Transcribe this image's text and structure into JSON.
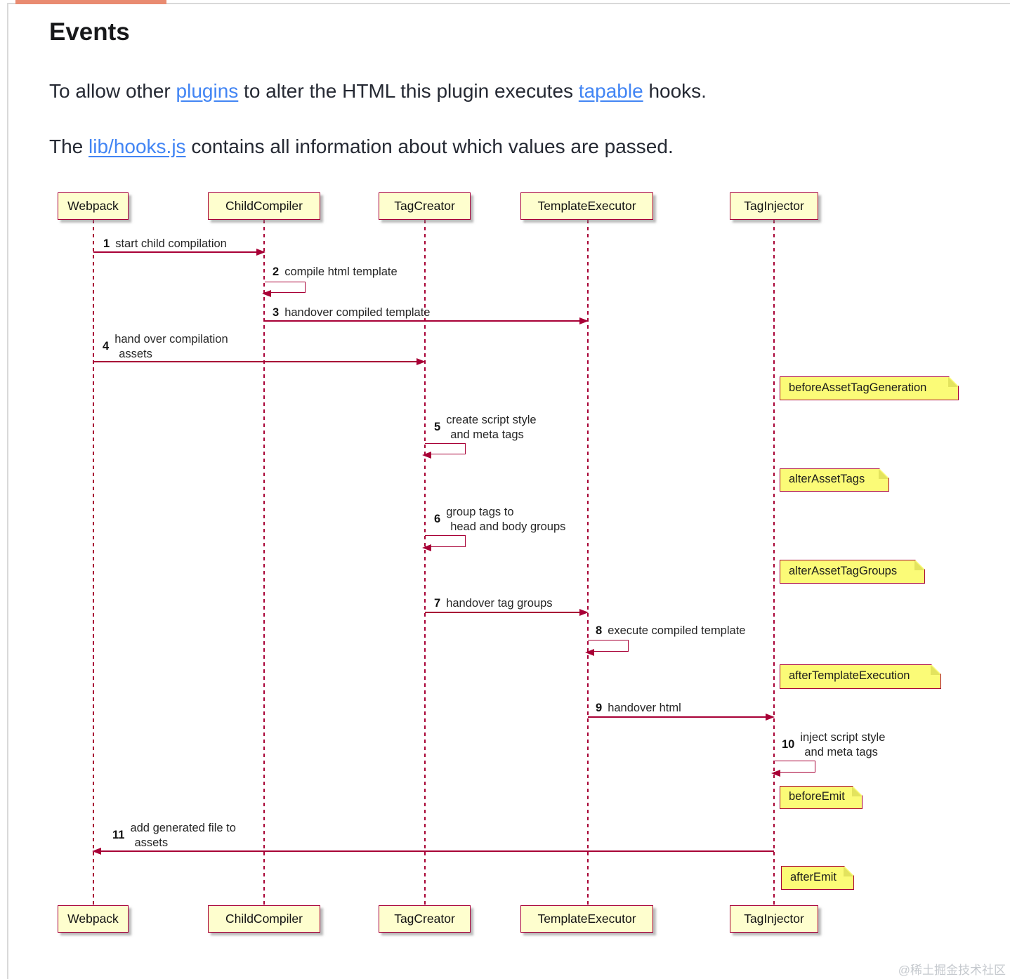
{
  "page": {
    "title": "Events",
    "paragraph1": {
      "pre": "To allow other ",
      "link1": "plugins",
      "mid": " to alter the HTML this plugin executes ",
      "link2": "tapable",
      "post": " hooks."
    },
    "paragraph2": {
      "pre": "The ",
      "link1": "lib/hooks.js",
      "post": " contains all information about which values are passed."
    },
    "watermark": "@稀土掘金技术社区"
  },
  "diagram": {
    "type": "uml-sequence",
    "colors": {
      "accent": "#A80036",
      "participant_fill": "#FEFECE",
      "note_fill": "#FBFB77",
      "progress_bar": "#e98b71",
      "link_blue": "#4285f4"
    },
    "participants": [
      {
        "label": "Webpack"
      },
      {
        "label": "ChildCompiler"
      },
      {
        "label": "TagCreator"
      },
      {
        "label": "TemplateExecutor"
      },
      {
        "label": "TagInjector"
      }
    ],
    "messages": [
      {
        "num": "1",
        "text": "start child compilation",
        "from": "Webpack",
        "to": "ChildCompiler"
      },
      {
        "num": "2",
        "text": "compile html template",
        "from": "ChildCompiler",
        "to": "ChildCompiler",
        "self": true
      },
      {
        "num": "3",
        "text": "handover compiled template",
        "from": "ChildCompiler",
        "to": "TemplateExecutor"
      },
      {
        "num": "4",
        "text1": "hand over compilation",
        "text2": "assets",
        "from": "Webpack",
        "to": "TagCreator"
      },
      {
        "num": "5",
        "text1": "create script style",
        "text2": "and meta tags",
        "from": "TagCreator",
        "to": "TagCreator",
        "self": true
      },
      {
        "num": "6",
        "text1": "group tags to",
        "text2": "head and body groups",
        "from": "TagCreator",
        "to": "TagCreator",
        "self": true
      },
      {
        "num": "7",
        "text": "handover tag groups",
        "from": "TagCreator",
        "to": "TemplateExecutor"
      },
      {
        "num": "8",
        "text": "execute compiled template",
        "from": "TemplateExecutor",
        "to": "TemplateExecutor",
        "self": true
      },
      {
        "num": "9",
        "text": "handover html",
        "from": "TemplateExecutor",
        "to": "TagInjector"
      },
      {
        "num": "10",
        "text1": "inject script style",
        "text2": "and meta tags",
        "from": "TagInjector",
        "to": "TagInjector",
        "self": true
      },
      {
        "num": "11",
        "text1": "add generated file to",
        "text2": "assets",
        "from": "TagInjector",
        "to": "Webpack"
      }
    ],
    "notes": [
      {
        "label": "beforeAssetTagGeneration"
      },
      {
        "label": "alterAssetTags"
      },
      {
        "label": "alterAssetTagGroups"
      },
      {
        "label": "afterTemplateExecution"
      },
      {
        "label": "beforeEmit"
      },
      {
        "label": "afterEmit"
      }
    ]
  }
}
